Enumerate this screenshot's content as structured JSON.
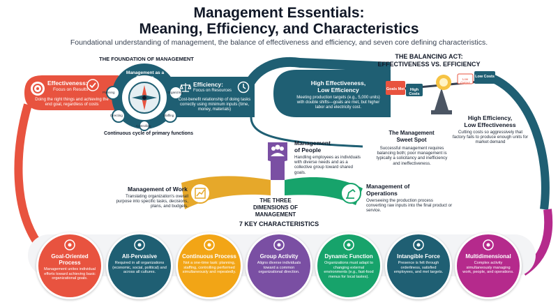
{
  "header": {
    "title_line1": "Management Essentials:",
    "title_line2": "Meaning, Efficiency, and Characteristics",
    "subtitle": "Foundational understanding of management, the balance of effectiveness and efficiency, and seven core defining characteristics."
  },
  "foundation": {
    "arc_label": "THE FOUNDATION OF MANAGEMENT",
    "process_label": "Management as a Process",
    "bottom_label": "Continuous cycle of primary functions",
    "functions": [
      "Planning",
      "Organizing",
      "Staffing",
      "Controlling",
      "Directing"
    ]
  },
  "effectiveness": {
    "title": "Effectiveness:",
    "subtitle": "Focus on Results",
    "body": "Doing the right things and achieving the end goal, regardless of costs"
  },
  "efficiency": {
    "title": "Efficiency:",
    "subtitle": "Focus on Resources",
    "body": "Cost-benefit relationship of doing tasks correctly using minimum inputs (time, money, materials)"
  },
  "balance": {
    "heading_line1": "THE BALANCING ACT:",
    "heading_line2": "EFFECTIVENESS VS. EFFICIENCY",
    "high_eff_title_line1": "High Effectiveness,",
    "high_eff_title_line2": "Low Efficiency",
    "high_eff_body": "Meeting production targets (e.g., 5,000 units) with double shifts—goals are met, but higher labor and electricity cost.",
    "scale_left_a": "Goals Met",
    "scale_left_b": "High Costs",
    "scale_right_a": "Low Output",
    "scale_right_b": "Low Costs",
    "high_efficiency_title_line1": "High Efficiency,",
    "high_efficiency_title_line2": "Low Effectiveness",
    "high_efficiency_body": "Cutting costs so aggressively that factory fails to produce enough units for market demand",
    "sweet_title_line1": "The Management",
    "sweet_title_line2": "Sweet Spot",
    "sweet_body": "Successful management requires balancing both; poor management is typically a solicitancy and inefficiency and ineffectiveness."
  },
  "dimensions": {
    "center_line1": "THE THREE",
    "center_line2": "DIMENSIONS OF",
    "center_line3": "MANAGEMENT",
    "people_title_line1": "Management",
    "people_title_line2": "of People",
    "people_body": "Handling employees as individuals with diverse needs and as a collective group toward shared goals.",
    "work_title": "Management of Work",
    "work_body": "Translating organization's overall purpose into specific tasks, decisions, plans, and budgets.",
    "ops_title_line1": "Management of",
    "ops_title_line2": "Operations",
    "ops_body": "Overseeing the production process converting raw inputs into the final product or service."
  },
  "characteristics": {
    "heading": "7 KEY CHARACTERISTICS",
    "items": [
      {
        "title": "Goal-Oriented Process",
        "body": "Management unites individual efforts toward achieving basic organizational goals.",
        "color": "#e8533f"
      },
      {
        "title": "All-Pervasive",
        "body": "Required in all organizations (economic, social, political) and across all cultures.",
        "color": "#1f5f73"
      },
      {
        "title": "Continuous Process",
        "body": "Not a one-time task: planning, staffing, controlling performed simultaneously and repeatedly.",
        "color": "#f2a516"
      },
      {
        "title": "Group Activity",
        "body": "Aligns diverse individuals toward a common organizational direction.",
        "color": "#7a4fa3"
      },
      {
        "title": "Dynamic Function",
        "body": "Organizations must adapt to changing external environments (e.g., fast-food menus for local tastes).",
        "color": "#17a36b"
      },
      {
        "title": "Intangible Force",
        "body": "Presence is felt through orderliness, satisfied employees, and met targets.",
        "color": "#1f5f73"
      },
      {
        "title": "Multidimensional",
        "body": "Complex activity simultaneously managing work, people, and operations.",
        "color": "#b52a8c"
      }
    ]
  },
  "colors": {
    "coral": "#e8533f",
    "teal": "#1f5f73",
    "gold": "#e6a82a",
    "green": "#17a36b",
    "purple": "#7a4fa3",
    "magenta": "#b52a8c"
  }
}
